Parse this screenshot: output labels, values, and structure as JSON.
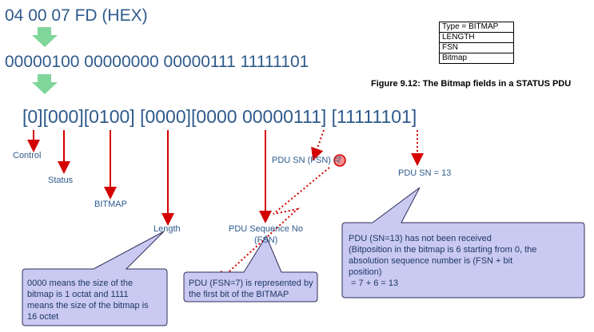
{
  "hex_value": "04 00 07 FD (HEX)",
  "binary_value": "00000100 00000000 00000111 11111101",
  "fields_value": "[0][000][0100] [0000][0000 00000111] [11111101]",
  "labels": {
    "control": "Control",
    "status": "Status",
    "bitmap": "BITMAP",
    "length": "Length",
    "pdu_seq_line1": "PDU Sequence No",
    "pdu_seq_line2": "(FSN)",
    "pdu_sn_fsn": "PDU SN (FSN) = ",
    "pdu_sn_fsn_value": "7",
    "pdu_sn_13": "PDU SN = 13"
  },
  "legend_rows": [
    "Type = BITMAP",
    "LENGTH",
    "FSN",
    "Bitmap"
  ],
  "figure_caption": "Figure 9.12: The Bitmap fields in a STATUS PDU",
  "callouts": {
    "length_note": [
      "0000 means the size of the",
      "bitmap is 1 octat and 1111",
      "means the size of the bitmap is",
      "16 octet"
    ],
    "fsn_note": [
      "PDU (FSN=7) is represented by",
      "the first bit of the BITMAP"
    ],
    "sn13_note": [
      "PDU (SN=13) has not been received",
      "(Bitposition in the bitmap is 6 starting from 0, the",
      "absolution sequence number is (FSN + bit",
      "position)",
      " = 7 + 6 = 13"
    ]
  },
  "colors": {
    "text_blue": "#2e5a8c",
    "green_arrow": "#7fd59a",
    "red_arrow": "#d40000",
    "callout_fill": "#c9c9f2",
    "callout_stroke": "#2f2f5a"
  }
}
